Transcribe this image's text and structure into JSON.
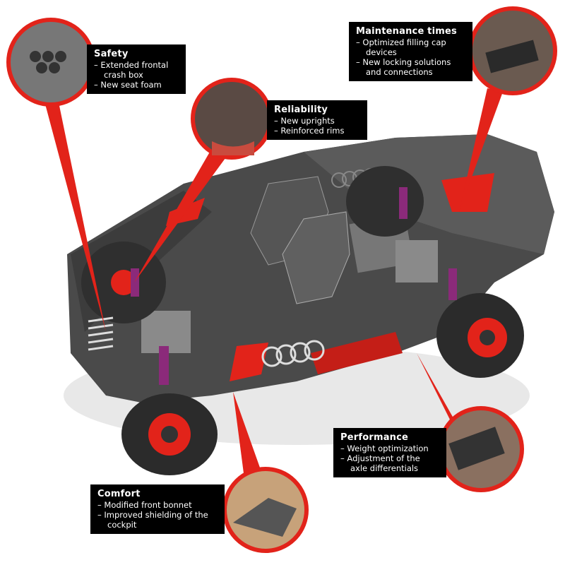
{
  "callouts": {
    "safety": {
      "title": "Safety",
      "items": [
        "Extended frontal crash box",
        "New seat foam"
      ]
    },
    "reliability": {
      "title": "Reliability",
      "items": [
        "New uprights",
        "Reinforced rims"
      ]
    },
    "maintenance": {
      "title": "Maintenance times",
      "items": [
        "Optimized filling cap devices",
        "New locking solutions and connections"
      ]
    },
    "performance": {
      "title": "Performance",
      "items": [
        "Weight optimization",
        "Adjustment of the axle differentials"
      ]
    },
    "comfort": {
      "title": "Comfort",
      "items": [
        "Modified front bonnet",
        "Improved shielding of the cockpit"
      ]
    }
  },
  "colors": {
    "accent": "#e2231a",
    "box": "#000000",
    "body": "#3a3a3a"
  }
}
